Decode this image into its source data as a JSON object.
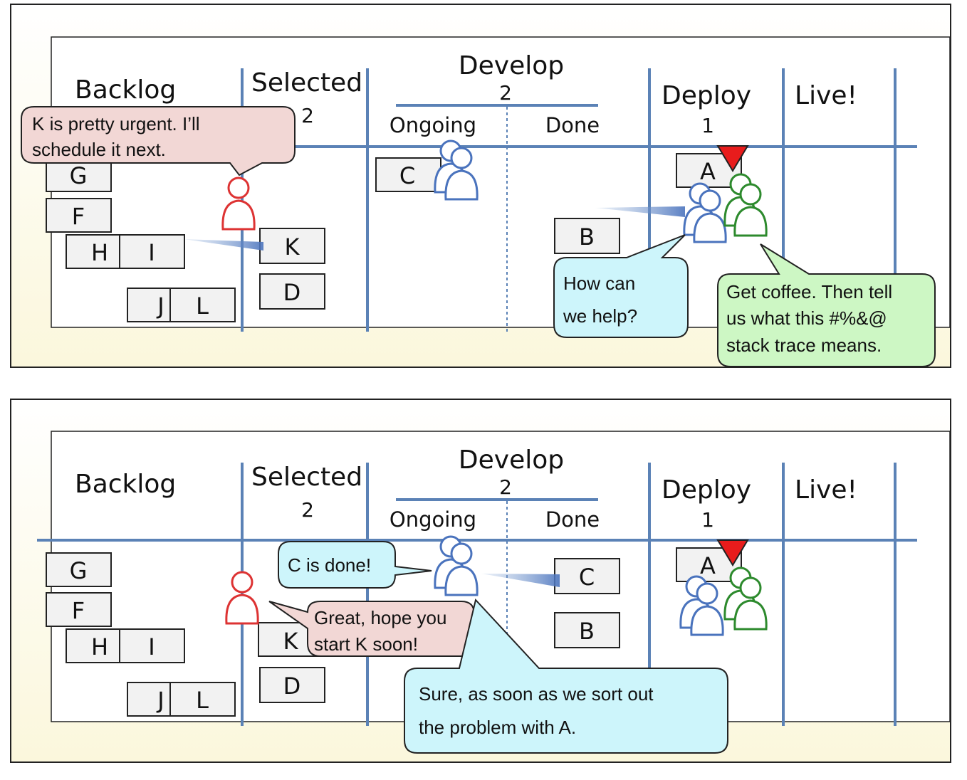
{
  "panels": [
    {
      "columns": {
        "backlog": "Backlog",
        "selected": "Selected",
        "selected_wip": "2",
        "develop": "Develop",
        "develop_wip": "2",
        "ongoing": "Ongoing",
        "done": "Done",
        "deploy": "Deploy",
        "deploy_wip": "1",
        "live": "Live!"
      },
      "cards": [
        "G",
        "F",
        "H",
        "I",
        "J",
        "L",
        "K",
        "D",
        "C",
        "B",
        "A"
      ],
      "bubbles": {
        "red": [
          "K is pretty urgent. I’ll",
          "schedule it next."
        ],
        "blue": [
          "How can",
          "we help?"
        ],
        "green": [
          "Get coffee. Then tell",
          "us what this #%&@",
          "stack trace means."
        ]
      }
    },
    {
      "columns": {
        "backlog": "Backlog",
        "selected": "Selected",
        "selected_wip": "2",
        "develop": "Develop",
        "develop_wip": "2",
        "ongoing": "Ongoing",
        "done": "Done",
        "deploy": "Deploy",
        "deploy_wip": "1",
        "live": "Live!"
      },
      "cards": [
        "G",
        "F",
        "H",
        "I",
        "J",
        "L",
        "K",
        "D",
        "C",
        "B",
        "A"
      ],
      "bubbles": {
        "blue_done": [
          "C is done!"
        ],
        "red": [
          "Great, hope you",
          "start K soon!"
        ],
        "blue_sure": [
          "Sure, as soon as we sort out",
          "the problem with A."
        ]
      }
    }
  ],
  "colors": {
    "board_line": "#5b82b6",
    "frame_bg": "#fdfcec",
    "card_bg": "#f2f2f2",
    "red_person": "#dd3333",
    "blue_person": "#4a73bd",
    "green_person": "#2d8a2d",
    "red_bubble": "#f2d7d5",
    "blue_bubble": "#cdf5fb",
    "green_bubble": "#cdf7c4",
    "blocker": "#e81c1c"
  }
}
